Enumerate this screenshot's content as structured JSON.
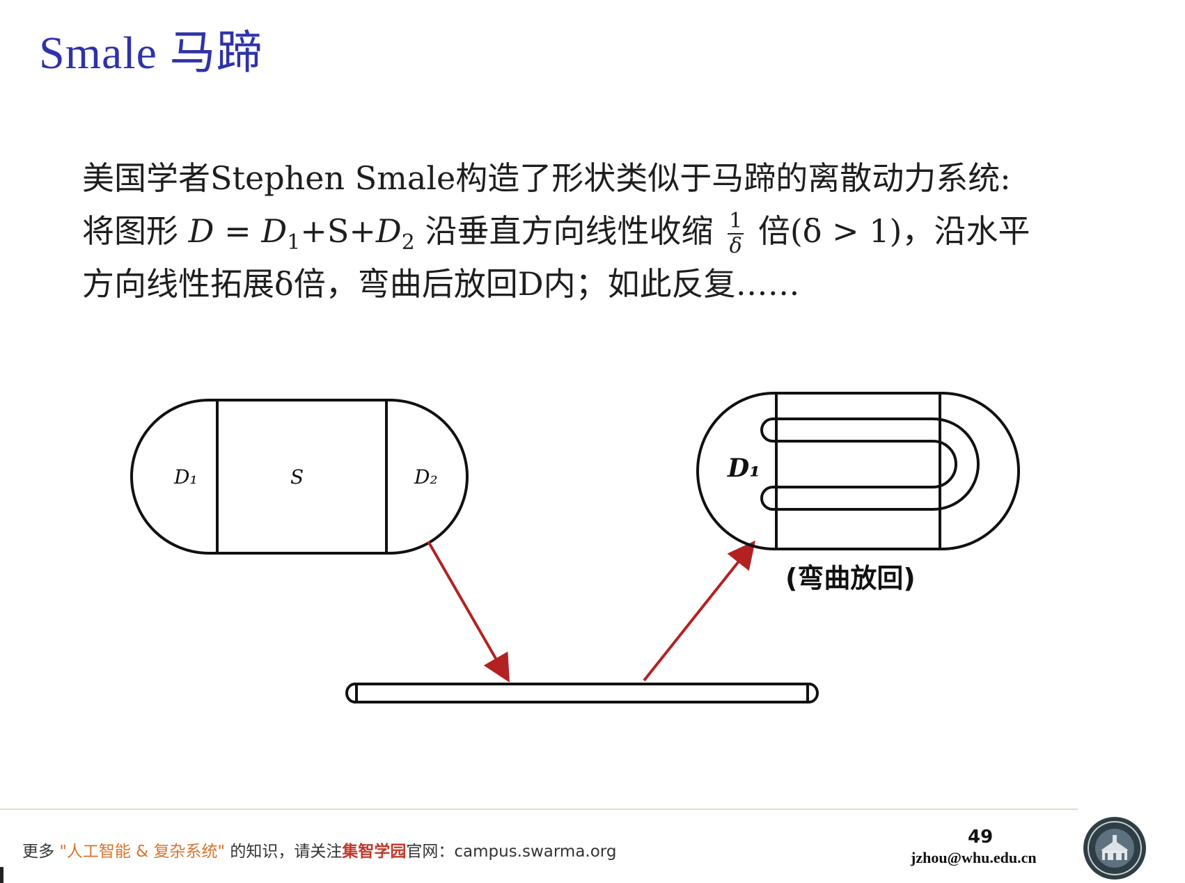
{
  "slide": {
    "title": "Smale 马蹄",
    "text": {
      "line1": "美国学者Stephen Smale构造了形状类似于马蹄的离散动力系统:",
      "line2_a": "将图形 ",
      "line2_D": "D",
      "line2_eq": " = ",
      "line2_D1": "D",
      "line2_sub1": "1",
      "line2_plusS": "+S+",
      "line2_D2": "D",
      "line2_sub2": "2",
      "line2_b": " 沿垂直方向线性收缩 ",
      "frac_num": "1",
      "frac_den": "δ",
      "line2_c": " 倍(δ > 1)，沿水平",
      "line3": "方向线性拓展δ倍，弯曲后放回D内；如此反复……"
    },
    "diagram": {
      "label_d1_left": "D₁",
      "label_s": "S",
      "label_d2": "D₂",
      "label_d1_right": "D₁",
      "caption": "(弯曲放回)",
      "arrow_color": "#b22222"
    }
  },
  "footer": {
    "prefix": "更多",
    "quote_open": "\"",
    "topic": "人工智能 & 复杂系统",
    "quote_close": "\"",
    "middle": "的知识，请关注",
    "brand": "集智学园",
    "suffix": "官网：campus.swarma.org",
    "page_number": "49",
    "email": "jzhou@whu.edu.cn",
    "logo_icon": "university-seal-icon"
  },
  "colors": {
    "title": "#2e33a8",
    "accent_orange": "#d9722a",
    "brand_red": "#c0392b"
  }
}
